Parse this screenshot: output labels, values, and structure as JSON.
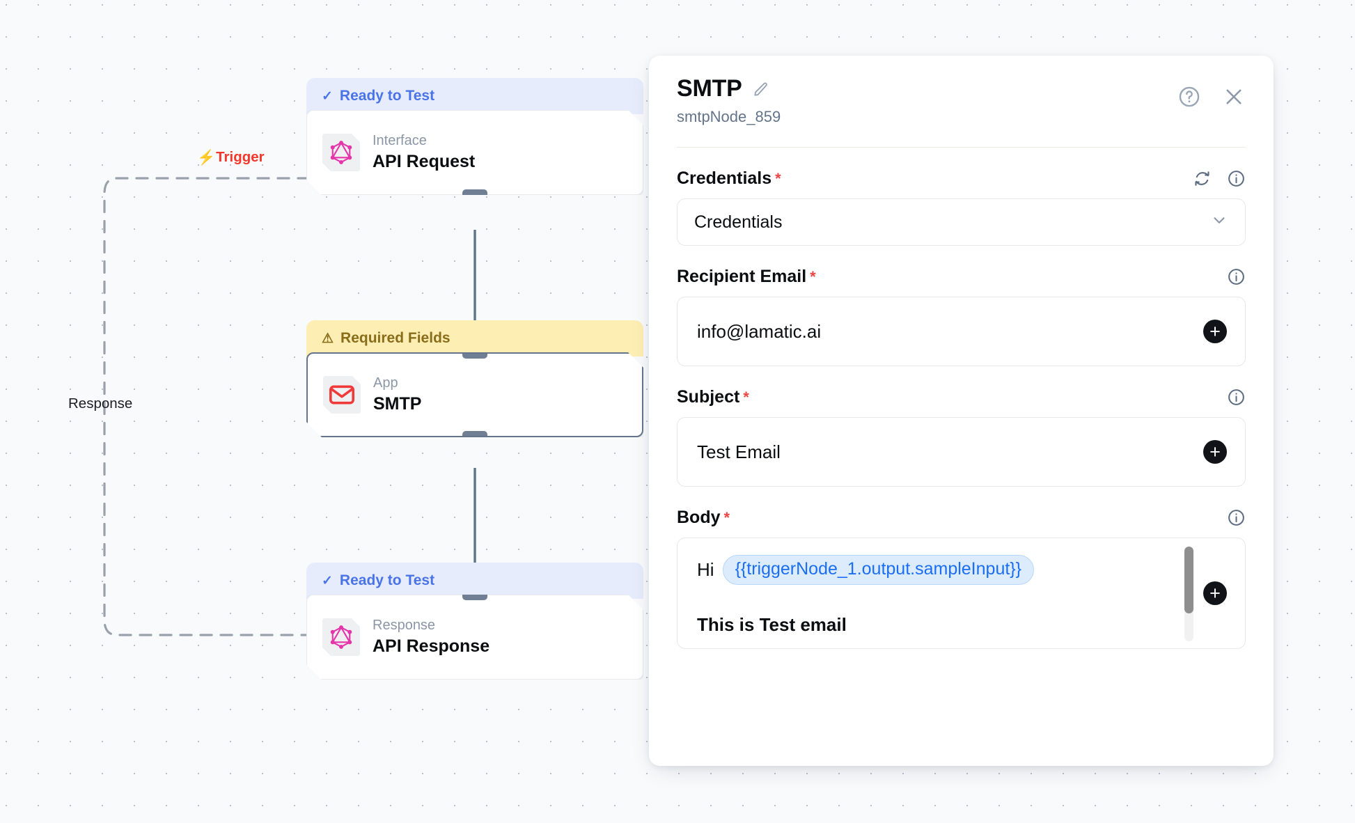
{
  "canvas": {
    "edges": [
      {
        "name": "trigger",
        "label": "Trigger",
        "icon": "lightning-bolt-icon",
        "color": "#f4372b"
      },
      {
        "name": "response",
        "label": "Response",
        "color": "#1b1f24"
      }
    ],
    "nodes": [
      {
        "id": "api-request",
        "status": "Ready to Test",
        "status_state": "ready",
        "status_icon": "check-icon",
        "kind": "Interface",
        "title": "API Request",
        "icon": "graphql-icon",
        "selected": false
      },
      {
        "id": "smtp",
        "status": "Required Fields",
        "status_state": "required",
        "status_icon": "warning-triangle-icon",
        "kind": "App",
        "title": "SMTP",
        "icon": "envelope-icon",
        "selected": true
      },
      {
        "id": "api-response",
        "status": "Ready to Test",
        "status_state": "ready",
        "status_icon": "check-icon",
        "kind": "Response",
        "title": "API Response",
        "icon": "graphql-icon",
        "selected": false
      }
    ]
  },
  "panel": {
    "title": "SMTP",
    "edit_icon": "pencil-icon",
    "subtitle": "smtpNode_859",
    "help_icon": "question-circle-icon",
    "close_icon": "close-icon",
    "fields": {
      "credentials": {
        "label": "Credentials",
        "required": "*",
        "refresh_icon": "refresh-icon",
        "info_icon": "info-circle-icon",
        "value": "Credentials",
        "chevron_icon": "chevron-down-icon"
      },
      "recipient_email": {
        "label": "Recipient Email",
        "required": "*",
        "info_icon": "info-circle-icon",
        "value": "info@lamatic.ai",
        "add_icon": "plus-icon"
      },
      "subject": {
        "label": "Subject",
        "required": "*",
        "info_icon": "info-circle-icon",
        "value": "Test Email",
        "add_icon": "plus-icon"
      },
      "body": {
        "label": "Body",
        "required": "*",
        "info_icon": "info-circle-icon",
        "prefix": "Hi",
        "token": "{{triggerNode_1.output.sampleInput}}",
        "line2": "This is Test email",
        "add_icon": "plus-icon"
      }
    }
  },
  "colors": {
    "accent_blue": "#4a73e8",
    "warning_yellow": "#fdeeb3",
    "warning_text": "#8a6d1a",
    "trigger_red": "#f4372b",
    "token_blue": "#1b6ef3",
    "graphql_pink": "#e535ab",
    "smtp_red": "#f03a3a",
    "handle_slate": "#64748b"
  }
}
